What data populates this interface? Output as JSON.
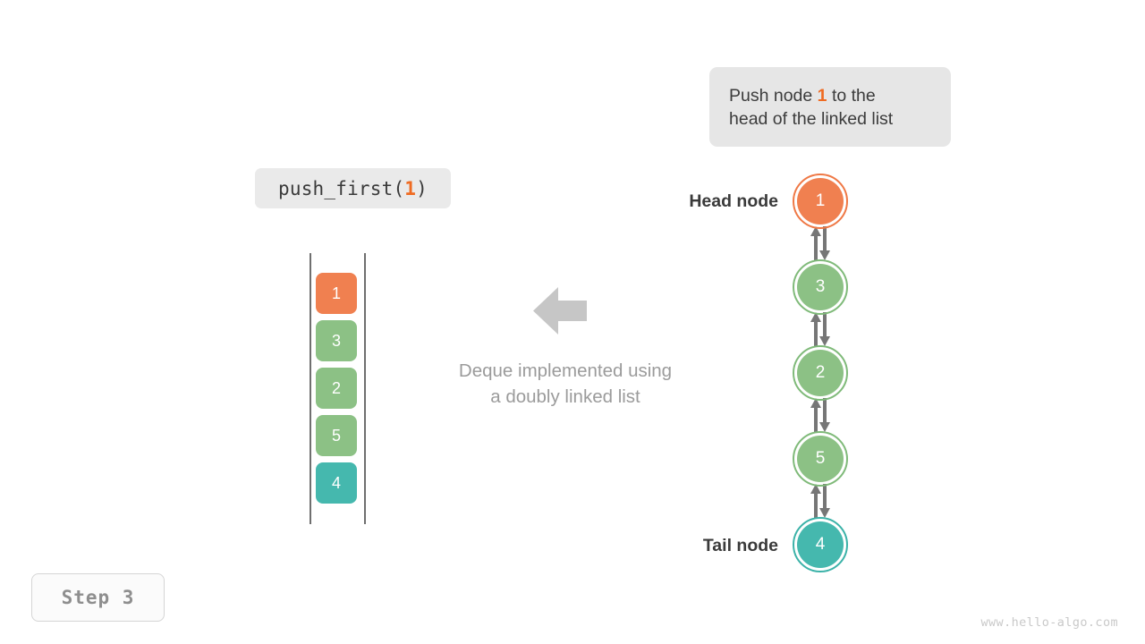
{
  "colors": {
    "orange": "#f08050",
    "orange_ring": "#ef7845",
    "green": "#8cc185",
    "green_ring": "#7fba79",
    "teal": "#45b8ae",
    "teal_ring": "#3bb2a8",
    "gray_arrow": "#767676",
    "rail": "#6f6f6f",
    "bubble_bg": "#e6e6e6",
    "highlight_text": "#ef6b22",
    "caption_text": "#9b9b9b",
    "block_arrow": "#c6c6c6"
  },
  "callout": {
    "line1_prefix": "Push node ",
    "line1_highlight": "1",
    "line1_suffix": " to the",
    "line2": "head of the linked list"
  },
  "code_pill": {
    "prefix": "push_first(",
    "arg": "1",
    "suffix": ")"
  },
  "deque": {
    "cells": [
      {
        "value": "1",
        "color": "#f08050"
      },
      {
        "value": "3",
        "color": "#8cc185"
      },
      {
        "value": "2",
        "color": "#8cc185"
      },
      {
        "value": "5",
        "color": "#8cc185"
      },
      {
        "value": "4",
        "color": "#45b8ae"
      }
    ]
  },
  "caption": {
    "line1": "Deque implemented using",
    "line2": "a doubly linked list"
  },
  "linked_list": {
    "head_label": "Head node",
    "tail_label": "Tail node",
    "nodes": [
      {
        "value": "1",
        "fill": "#f08050",
        "ring": "#ef7845"
      },
      {
        "value": "3",
        "fill": "#8cc185",
        "ring": "#7fba79"
      },
      {
        "value": "2",
        "fill": "#8cc185",
        "ring": "#7fba79"
      },
      {
        "value": "5",
        "fill": "#8cc185",
        "ring": "#7fba79"
      },
      {
        "value": "4",
        "fill": "#45b8ae",
        "ring": "#3bb2a8"
      }
    ]
  },
  "step_badge": {
    "label": "Step 3"
  },
  "watermark": {
    "text": "www.hello-algo.com"
  },
  "arrow": {
    "direction": "left"
  }
}
